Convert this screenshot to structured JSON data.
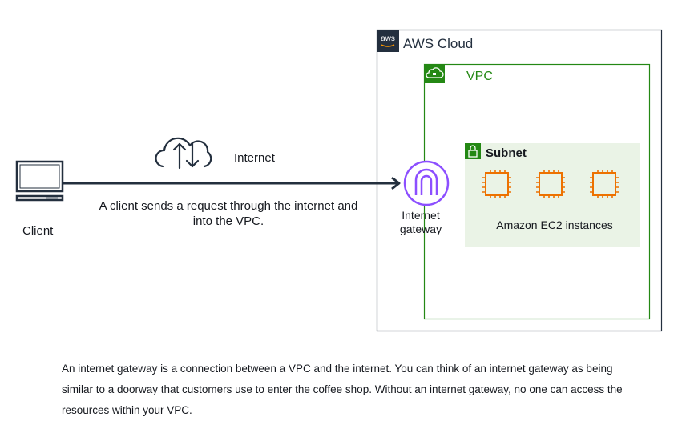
{
  "aws_cloud": {
    "label": "AWS Cloud",
    "logo_text": "aws",
    "border_color": "#232f3e"
  },
  "vpc": {
    "label": "VPC",
    "color": "#248814"
  },
  "subnet": {
    "label": "Subnet",
    "fill": "#eaf3e6",
    "badge_color": "#248814"
  },
  "internet": {
    "label": "Internet",
    "icon": "cloud-upload-download-icon"
  },
  "client": {
    "label": "Client",
    "icon": "laptop-icon"
  },
  "request_caption": "A client sends a request through the internet and into the VPC.",
  "internet_gateway": {
    "label": "Internet gateway",
    "icon": "internet-gateway-icon",
    "color": "#8c4fff"
  },
  "ec2": {
    "label": "Amazon EC2 instances",
    "icon": "ec2-instance-icon",
    "color": "#ed7100",
    "count": 3
  },
  "description": "An internet gateway is a connection between a VPC and the internet. You can think of an internet gateway as being similar to a doorway that customers use to enter the coffee shop. Without an internet gateway, no one can access the resources within your VPC."
}
